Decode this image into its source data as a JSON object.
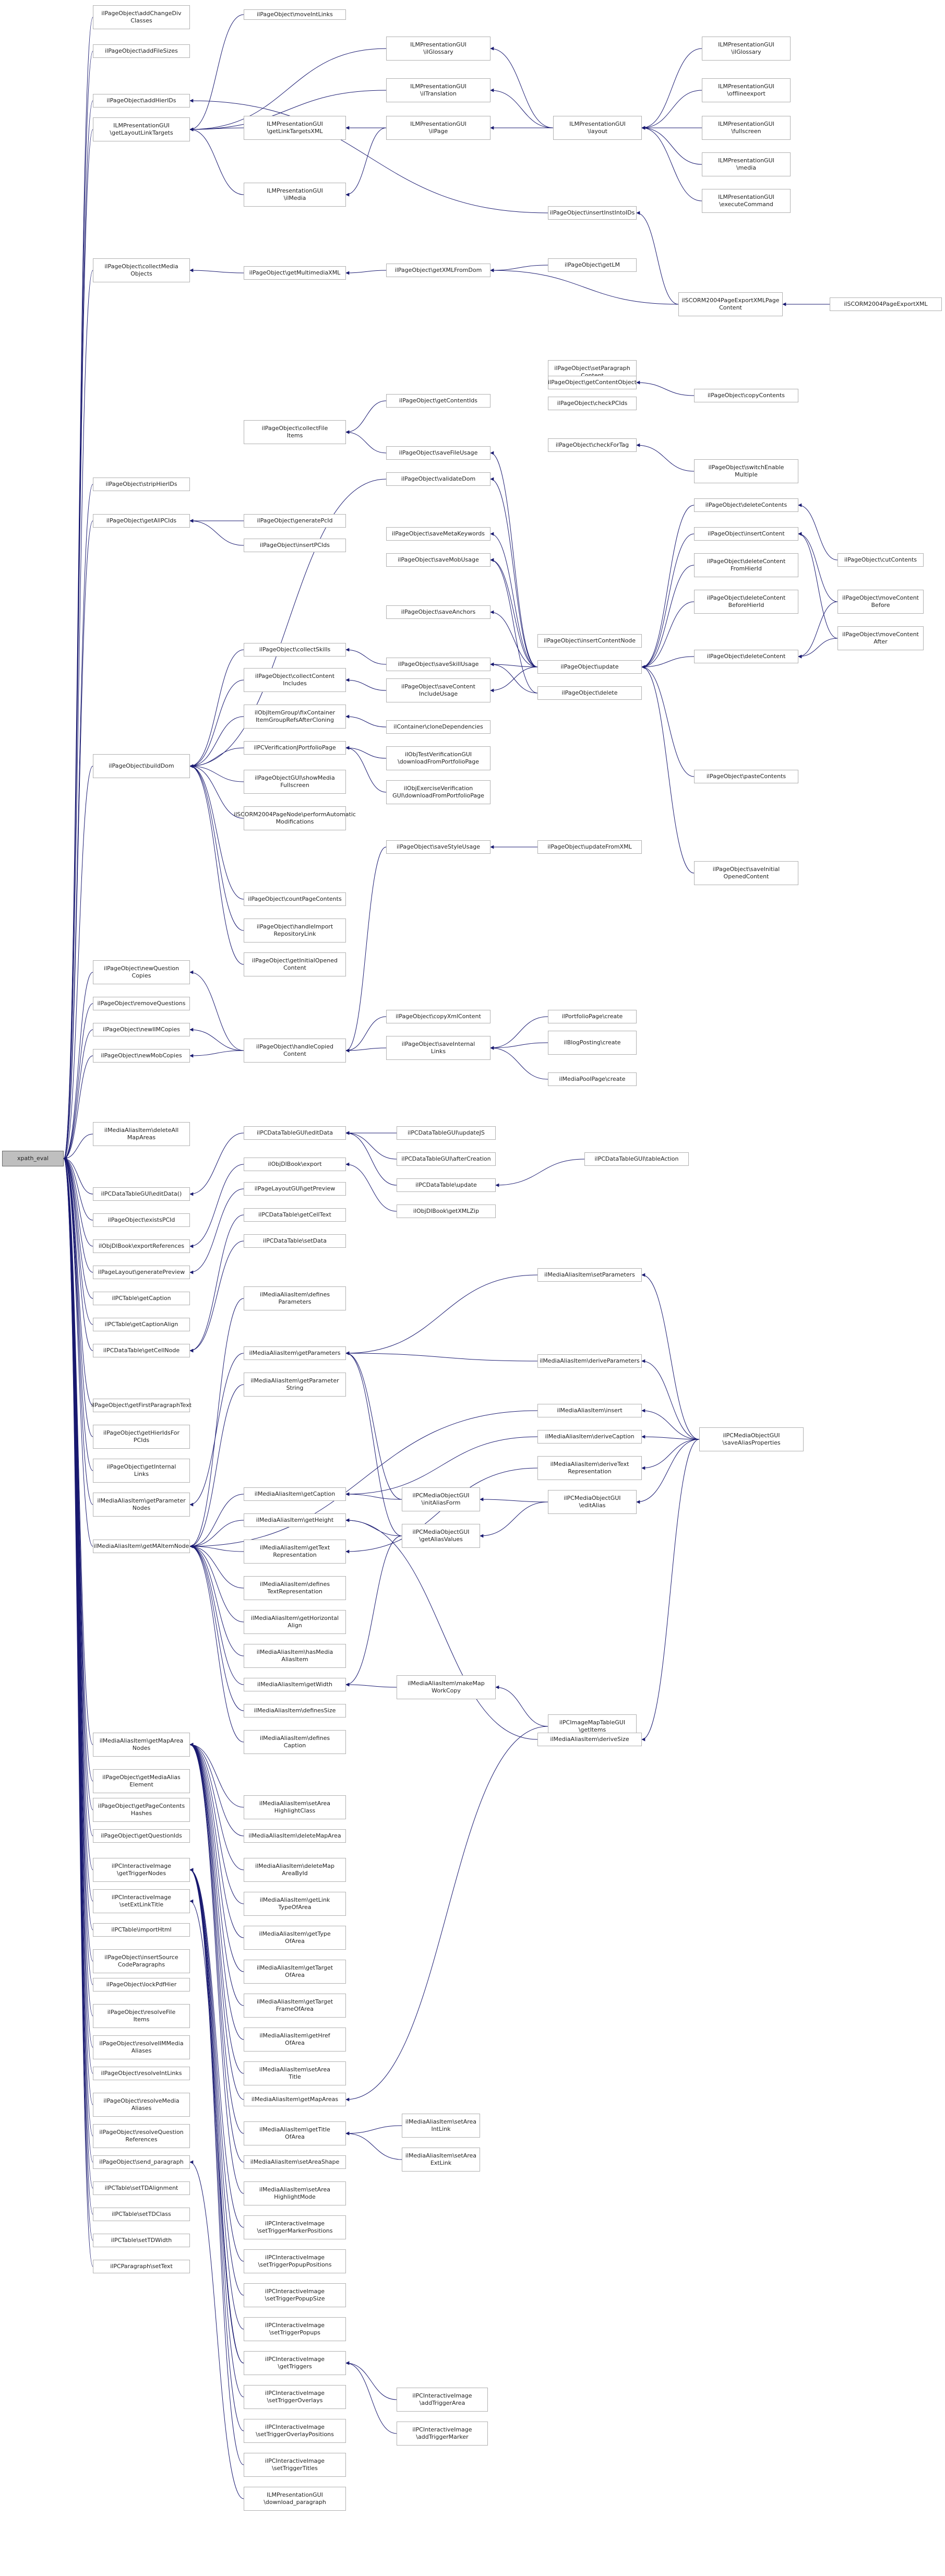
{
  "root": "xpath_eval",
  "node_labels": {
    "n_root": "xpath_eval",
    "a1": "ilPageObject\\addChangeDiv\nClasses",
    "a2": "ilPageObject\\addFileSizes",
    "a3": "ilPageObject\\addHierIDs",
    "a4": "ILMPresentationGUI\n\\getLayoutLinkTargets",
    "a5": "ilPageObject\\collectMedia\nObjects",
    "a6": "ilPageObject\\stripHierIDs",
    "a7": "ilPageObject\\getAllPCIds",
    "a8": "ilPageObject\\buildDom",
    "a9": "ilPageObject\\newQuestion\nCopies",
    "a10": "ilPageObject\\removeQuestions",
    "a11": "ilPageObject\\newIIMCopies",
    "a12": "ilPageObject\\newMobCopies",
    "a13": "ilMediaAliasItem\\deleteAll\nMapAreas",
    "a14": "ilPCDataTableGUI\\editData()",
    "a15": "ilPageObject\\existsPCId",
    "a16": "ilObjDlBook\\exportReferences",
    "a17": "ilPageLayout\\generatePreview",
    "a18": "ilPCTable\\getCaption",
    "a19": "ilPCTable\\getCaptionAlign",
    "a20": "ilPCDataTable\\getCellNode",
    "a21": "ilPageObject\\getFirstParagraphText",
    "a22": "ilPageObject\\getHierIdsFor\nPCIds",
    "a23": "ilPageObject\\getInternal\nLinks",
    "a24": "ilMediaAliasItem\\getParameter\nNodes",
    "a25": "ilMediaAliasItem\\getMAItemNode",
    "a26": "ilMediaAliasItem\\getMapArea\nNodes",
    "a27": "ilPageObject\\getMediaAlias\nElement",
    "a28": "ilPageObject\\getPageContents\nHashes",
    "a29": "ilPageObject\\getQuestionIds",
    "a30": "ilPCInteractiveImage\n\\getTriggerNodes",
    "a31": "ilPCInteractiveImage\n\\setExtLinkTitle",
    "a32": "ilPCTable\\importHtml",
    "a33": "ilPageObject\\insertSource\nCodeParagraphs",
    "a34": "ilPageObject\\lockPdfHier",
    "a35": "ilPageObject\\resolveFile\nItems",
    "a36": "ilPageObject\\resolveIIMMedia\nAliases",
    "a37": "ilPageObject\\resolveIntLinks",
    "a38": "ilPageObject\\resolveMedia\nAliases",
    "a39": "ilPageObject\\resolveQuestion\nReferences",
    "a40": "ilPageObject\\send_paragraph",
    "a41": "ilPCTable\\setTDAlignment",
    "a42": "ilPCTable\\setTDClass",
    "a43": "ilPCTable\\setTDWidth",
    "a44": "ilPCParagraph\\setText",
    "b1": "ilPageObject\\moveIntLinks",
    "b2": "ILMPresentationGUI\n\\getLinkTargetsXML",
    "b3": "ILMPresentationGUI\n\\ilMedia",
    "b4": "ilPageObject\\getMultimediaXML",
    "b5": "ilPageObject\\collectFile\nItems",
    "b6": "ilPageObject\\generatePcId",
    "b7": "ilPageObject\\insertPCIds",
    "b8": "ilPageObject\\collectSkills",
    "b9": "ilPageObject\\collectContent\nIncludes",
    "b10": "ilObjItemGroup\\fixContainer\nItemGroupRefsAfterCloning",
    "b11": "ilPCVerificationJPortfolioPage",
    "b12": "ilPageObjectGUI\\showMedia\nFullscreen",
    "b13": "ilSCORM2004PageNode\\performAutomatic\nModifications",
    "b14": "ilPageObject\\countPageContents",
    "b15": "ilPageObject\\handleImport\nRepositoryLink",
    "b16": "ilPageObject\\getInitialOpened\nContent",
    "b17": "ilPageObject\\handleCopied\nContent",
    "b18": "ilPCDataTableGUI\\editData",
    "b19": "ilObjDlBook\\export",
    "b20": "ilPageLayoutGUI\\getPreview",
    "b21": "ilPCDataTable\\getCellText",
    "b22": "ilPCDataTable\\setData",
    "b23": "ilMediaAliasItem\\deﬁnes\nParameters",
    "b24": "ilMediaAliasItem\\getParameters",
    "b25": "ilMediaAliasItem\\getParameter\nString",
    "b26": "ilMediaAliasItem\\getCaption",
    "b27": "ilMediaAliasItem\\getHeight",
    "b28": "ilMediaAliasItem\\getText\nRepresentation",
    "b29": "ilMediaAliasItem\\deﬁnes\nTextRepresentation",
    "b30": "ilMediaAliasItem\\getHorizontal\nAlign",
    "b31": "ilMediaAliasItem\\hasMedia\nAliasItem",
    "b32": "ilMediaAliasItem\\getWidth",
    "b33": "ilMediaAliasItem\\deﬁnesSize",
    "b34": "ilMediaAliasItem\\deﬁnes\nCaption",
    "b35": "ilMediaAliasItem\\setArea\nHighlightClass",
    "b36": "ilMediaAliasItem\\deleteMapArea",
    "b37": "ilMediaAliasItem\\deleteMap\nAreaById",
    "b38": "ilMediaAliasItem\\getLink\nTypeOfArea",
    "b39": "ilMediaAliasItem\\getType\nOfArea",
    "b40": "ilMediaAliasItem\\getTarget\nOfArea",
    "b41": "ilMediaAliasItem\\getTarget\nFrameOfArea",
    "b42": "ilMediaAliasItem\\getHref\nOfArea",
    "b43": "ilMediaAliasItem\\setArea\nTitle",
    "b44": "ilMediaAliasItem\\getMapAreas",
    "b45": "ilMediaAliasItem\\getTitle\nOfArea",
    "b46": "ilMediaAliasItem\\setAreaShape",
    "b47": "ilMediaAliasItem\\setArea\nHighlightMode",
    "b48": "ilPCInteractiveImage\n\\setTriggerMarkerPositions",
    "b49": "ilPCInteractiveImage\n\\setTriggerPopupPositions",
    "b50": "ilPCInteractiveImage\n\\setTriggerPopupSize",
    "b51": "ilPCInteractiveImage\n\\setTriggerPopups",
    "b52": "ilPCInteractiveImage\n\\getTriggers",
    "b53": "ilPCInteractiveImage\n\\setTriggerOverlays",
    "b54": "ilPCInteractiveImage\n\\setTriggerOverlayPositions",
    "b55": "ilPCInteractiveImage\n\\setTriggerTitles",
    "b56": "ILMPresentationGUI\n\\download_paragraph",
    "c1": "ILMPresentationGUI\n\\ilGlossary",
    "c2": "ILMPresentationGUI\n\\ilTranslation",
    "c3": "ILMPresentationGUI\n\\ilPage",
    "c4": "ilPageObject\\getXMLFromDom",
    "c5": "ilPageObject\\getContentIds",
    "c6": "ilPageObject\\saveFileUsage",
    "c7": "ilPageObject\\validateDom",
    "c8": "ilPageObject\\saveMetaKeywords",
    "c9": "ilPageObject\\saveMobUsage",
    "c10": "ilPageObject\\saveAnchors",
    "c11": "ilPageObject\\saveSkillUsage",
    "c12": "ilPageObject\\saveContent\nIncludeUsage",
    "c13": "ilContainer\\cloneDependencies",
    "c14": "ilObjTestVerificationGUI\n\\downloadFromPortfolioPage",
    "c15": "ilObjExerciseVerification\nGUI\\downloadFromPortfolioPage",
    "c16": "ilPageObject\\saveStyleUsage",
    "c17": "ilPageObject\\copyXmlContent",
    "c18": "ilPageObject\\saveInternal\nLinks",
    "c19": "ilPCDataTableGUI\\updateJS",
    "c20": "ilPCDataTableGUI\\afterCreation",
    "c21": "ilPCDataTable\\update",
    "c22": "ilObjDlBook\\getXMLZip",
    "c23": "ilPCMediaObjectGUI\n\\initAliasForm",
    "c24": "ilPCMediaObjectGUI\n\\getAliasValues",
    "c25": "ilMediaAliasItem\\makeMap\nWorkCopy",
    "c26": "ilPCImageMapTableGUI\n\\getItems",
    "c27": "ilMediaAliasItem\\setArea\nIntLink",
    "c28": "ilMediaAliasItem\\setArea\nExtLink",
    "c29": "ilPCInteractiveImage\n\\addTriggerArea",
    "c30": "ilPCInteractiveImage\n\\addTriggerMarker",
    "d1": "ilPageObject\\insertInstIntoIDs",
    "d2": "ilPageObject\\getLM",
    "d3": "ilPageObject\\setParagraph\nContent",
    "d4": "ilPageObject\\getContentObject",
    "d5": "ilPageObject\\checkPCIds",
    "d6": "ilPageObject\\checkForTag",
    "d7": "ilPageObject\\update",
    "d8": "ilPageObject\\delete",
    "d9": "ilPageObject\\insertContentNode",
    "d10": "ilPageObject\\updateFromXML",
    "d11": "ilPortfolioPage\\create",
    "d12": "ilBlogPosting\\create",
    "d13": "ilMediaPoolPage\\create",
    "d14": "ilPCDataTableGUI\\tableAction",
    "d15": "ilMediaAliasItem\\setParameters",
    "d16": "ilMediaAliasItem\\deriveParameters",
    "d17": "ilMediaAliasItem\\insert",
    "d18": "ilMediaAliasItem\\deriveCaption",
    "d19": "ilMediaAliasItem\\deriveText\nRepresentation",
    "d20": "ilPCMediaObjectGUI\n\\editAlias",
    "d21": "ilMediaAliasItem\\deriveSize",
    "e1": "ILMPresentationGUI\n\\layout",
    "e2": "ilSCORM2004PageExportXMLPage\nContent",
    "e3": "ilPageObject\\copyContents",
    "e4": "ilPageObject\\switchEnable\nMultiple",
    "e5": "ilPageObject\\deleteContents",
    "e6": "ilPageObject\\insertContent",
    "e7": "ilPageObject\\deleteContent\nFromHierId",
    "e8": "ilPageObject\\deleteContent\nBeforeHierId",
    "e9": "ilPageObject\\deleteContent",
    "e10": "ilPageObject\\pasteContents",
    "e11": "ilPageObject\\saveInitial\nOpenedContent",
    "e12": "ilPCMediaObjectGUI\n\\saveAliasProperties",
    "f1": "ILMPresentationGUI\n\\ilGlossary",
    "f2": "ILMPresentationGUI\n\\ofﬂineexport",
    "f3": "ILMPresentationGUI\n\\fullscreen",
    "f4": "ILMPresentationGUI\n\\media",
    "f5": "ILMPresentationGUI\n\\executeCommand",
    "f6": "ilSCORM2004PageExportXML",
    "f7": "ilPageObject\\cutContents",
    "f8": "ilPageObject\\moveContent\nBefore",
    "f9": "ilPageObject\\moveContent\nAfter"
  }
}
